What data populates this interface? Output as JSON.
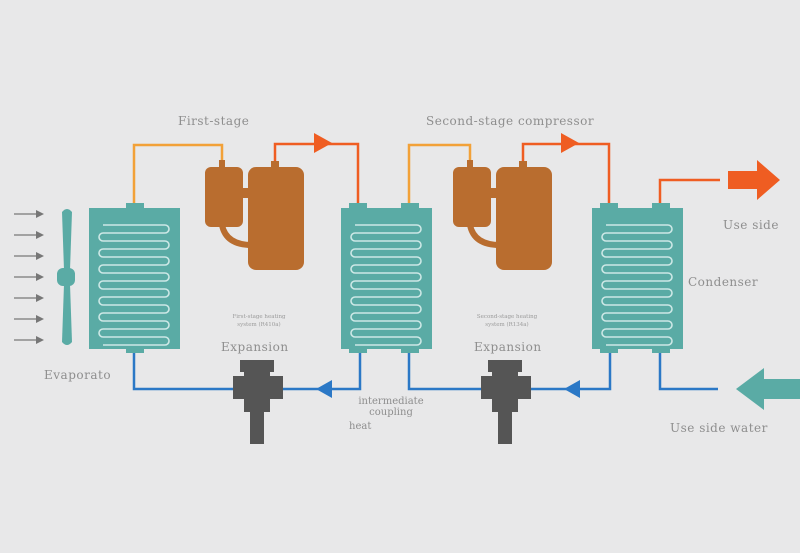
{
  "labels": {
    "first_stage": "First-stage",
    "second_stage_compressor": "Second-stage compressor",
    "first_heating_system": [
      "First-stage heating",
      "system (R410a)"
    ],
    "second_heating_system": [
      "Second-stage heating",
      "system (R134a)"
    ],
    "expansion_1": "Expansion",
    "expansion_2": "Expansion",
    "intermediate_coupling": [
      "intermediate",
      "coupling"
    ],
    "heat": "heat",
    "evaporator": "Evaporato",
    "condenser": "Condenser",
    "use_side": "Use side",
    "use_side_water": "Use side water"
  },
  "colors": {
    "background": "#e8e8e9",
    "heat_exchanger": "#5aaba5",
    "exchanger_coil": "#cde8e6",
    "compressor": "#b96d2f",
    "suction_line": "#f2a138",
    "discharge_line": "#ef5d22",
    "liquid_line": "#2b78c6",
    "expansion_valve": "#555555",
    "water_in_arrow": "#5aaba5",
    "hot_out_arrow": "#ef5d22",
    "air_arrow": "#777777",
    "label_text": "#8e8e8e"
  }
}
